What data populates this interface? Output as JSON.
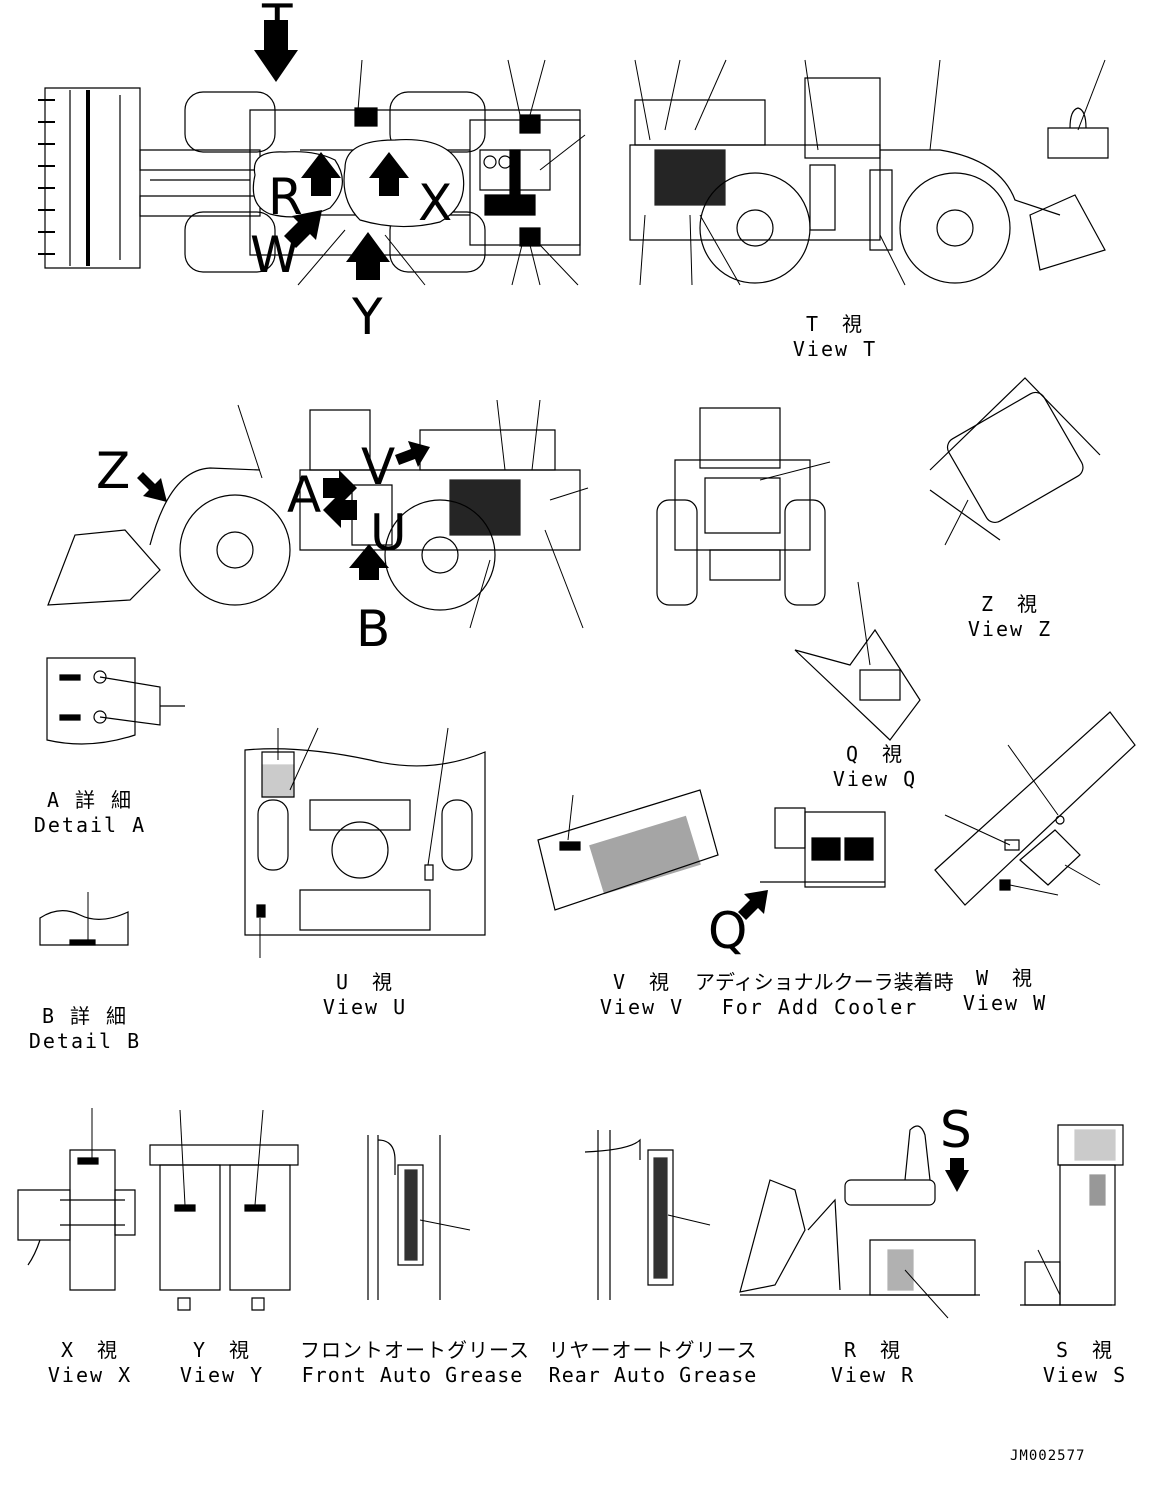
{
  "letters": {
    "T": "T",
    "R": "R",
    "X": "X",
    "W": "W",
    "Y": "Y",
    "Z": "Z",
    "A": "A",
    "V": "V",
    "U": "U",
    "B": "B",
    "Q": "Q",
    "S": "S"
  },
  "captions": {
    "view_t": {
      "jp": "T　視",
      "en": "View T"
    },
    "view_z": {
      "jp": "Z　視",
      "en": "View Z"
    },
    "view_q": {
      "jp": "Q　視",
      "en": "View Q"
    },
    "detail_a": {
      "jp": "A 詳 細",
      "en": "Detail A"
    },
    "detail_b": {
      "jp": "B 詳 細",
      "en": "Detail B"
    },
    "view_u": {
      "jp": "U　視",
      "en": "View U"
    },
    "view_v": {
      "jp": "V　視",
      "en": "View V"
    },
    "add_cooler": {
      "jp": "アディショナルクーラ装着時",
      "en": "For Add Cooler"
    },
    "view_w": {
      "jp": "W　視",
      "en": "View W"
    },
    "view_x": {
      "jp": "X　視",
      "en": "View X"
    },
    "view_y": {
      "jp": "Y　視",
      "en": "View Y"
    },
    "front_grease": {
      "jp": "フロントオートグリース",
      "en": "Front Auto Grease"
    },
    "rear_grease": {
      "jp": "リヤーオートグリース",
      "en": "Rear Auto Grease"
    },
    "view_r": {
      "jp": "R　視",
      "en": "View R"
    },
    "view_s": {
      "jp": "S　視",
      "en": "View S"
    }
  },
  "drawing_code": "JM002577"
}
